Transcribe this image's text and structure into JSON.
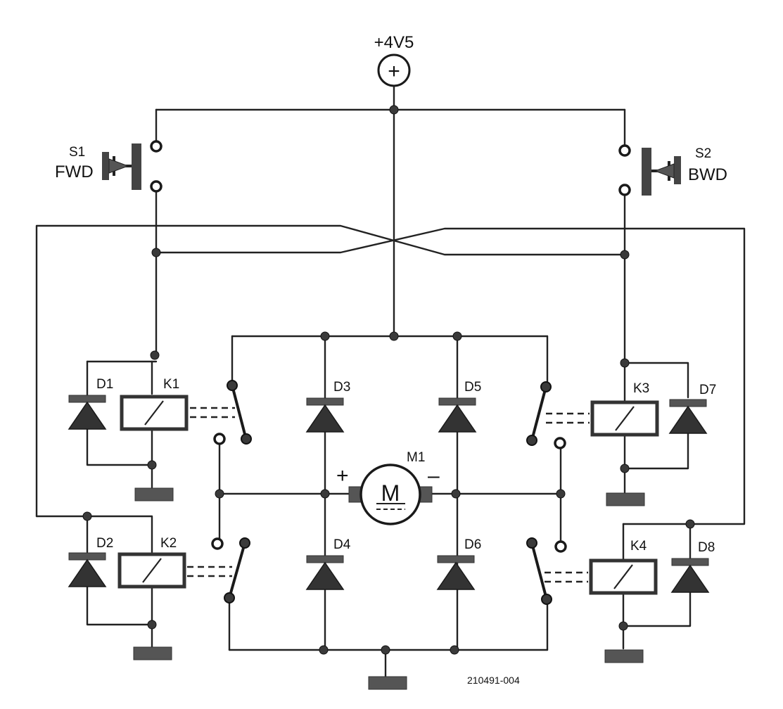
{
  "supply": {
    "label": "+4V5",
    "symbol": "+"
  },
  "switches": {
    "s1": {
      "ref": "S1",
      "name": "FWD"
    },
    "s2": {
      "ref": "S2",
      "name": "BWD"
    }
  },
  "relays": {
    "k1": "K1",
    "k2": "K2",
    "k3": "K3",
    "k4": "K4"
  },
  "diodes": {
    "d1": "D1",
    "d2": "D2",
    "d3": "D3",
    "d4": "D4",
    "d5": "D5",
    "d6": "D6",
    "d7": "D7",
    "d8": "D8"
  },
  "motor": {
    "ref": "M1",
    "letter": "M",
    "plus": "+",
    "minus": "–"
  },
  "figure_code": "210491-004"
}
